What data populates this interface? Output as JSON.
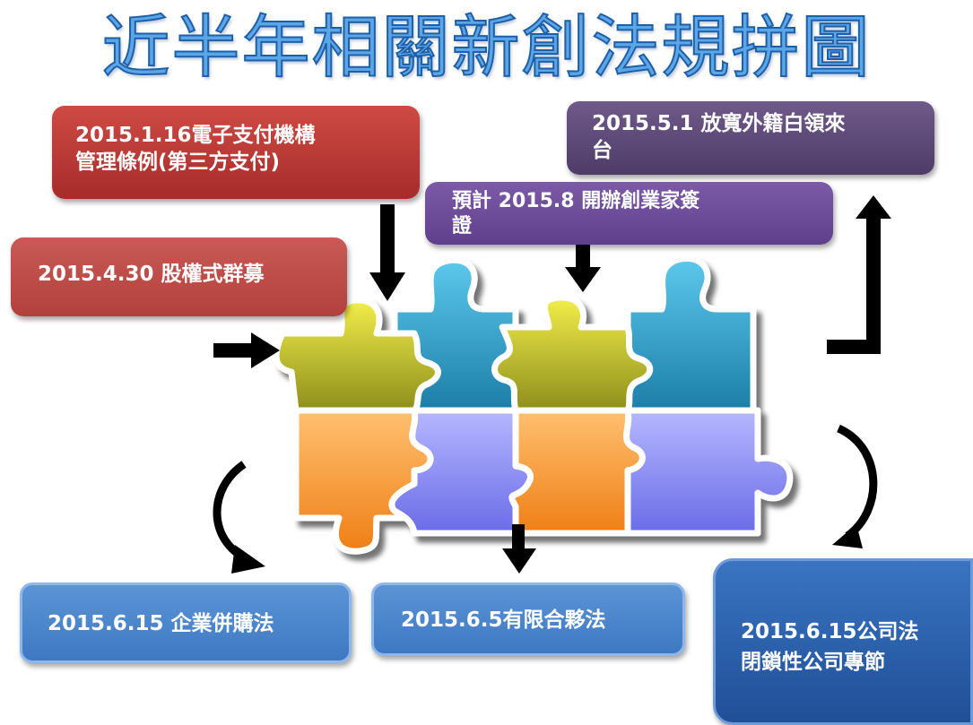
{
  "title": "近半年相關新創法規拼圖",
  "boxes": {
    "payment": "2015.1.16電子支付機構管理條例(第三方支付)",
    "payment_line1": "2015.1.16電子支付機構",
    "payment_line2": "管理條例(第三方支付)",
    "crowdfunding": "2015.4.30 股權式群募",
    "visa": "預計 2015.8 開辦創業家簽證",
    "visa_line1": "預計 2015.8 開辦創業家簽",
    "visa_line2": "證",
    "foreign_white_collar": "2015.5.1 放寬外籍白領來台",
    "foreign_line1": "2015.5.1 放寬外籍白領來",
    "foreign_line2": "台",
    "mna": "2015.6.15 企業併購法",
    "llp": "2015.6.5有限合夥法",
    "company_law_line1": "2015.6.15公司法",
    "company_law_line2": "閉鎖性公司專節"
  },
  "colors": {
    "title_fill": "#5aa6e6",
    "title_stroke": "#1f5fa8",
    "red_box": "#b83735",
    "purple_box": "#5c4877",
    "violet_box": "#6f4c9c",
    "blue_box": "#4a86cc",
    "dark_blue_box": "#2d62ad",
    "puzzle_olive": "#b4b82a",
    "puzzle_cyan": "#35a6cf",
    "puzzle_orange": "#f39a3a",
    "puzzle_lavender": "#8e8ff0"
  }
}
